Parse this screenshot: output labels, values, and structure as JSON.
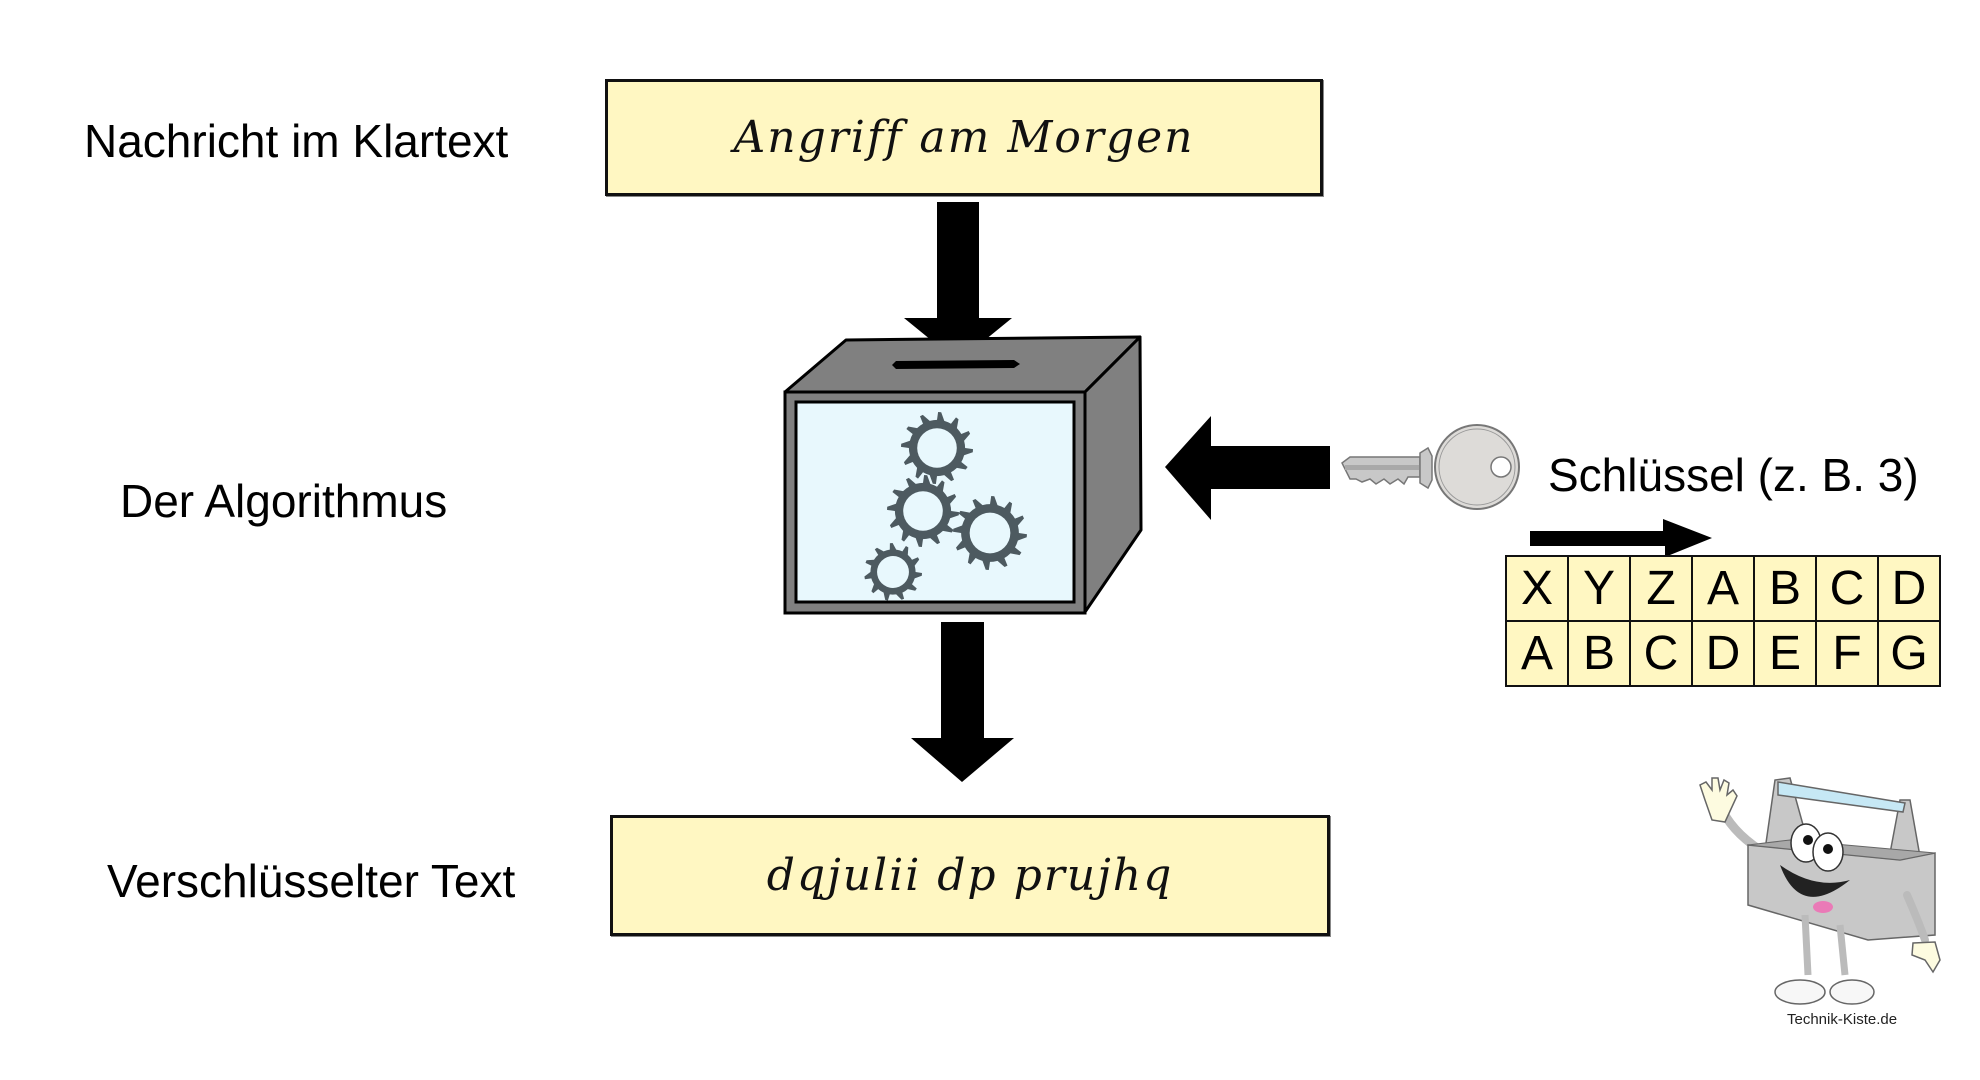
{
  "labels": {
    "plaintext": "Nachricht im Klartext",
    "algorithm": "Der Algorithmus",
    "ciphertext": "Verschlüsselter Text",
    "key": "Schlüssel (z. B. 3)"
  },
  "messages": {
    "plaintext": "Angriff am Morgen",
    "ciphertext": "dqjulii dp prujhq"
  },
  "cipher_table": {
    "top_row": [
      "X",
      "Y",
      "Z",
      "A",
      "B",
      "C",
      "D"
    ],
    "bottom_row": [
      "A",
      "B",
      "C",
      "D",
      "E",
      "F",
      "G"
    ],
    "shift": 3
  },
  "icons": {
    "algorithm": "gear-box-icon",
    "key": "key-icon",
    "mascot": "toolbox-mascot-icon"
  },
  "colors": {
    "message_fill": "#fff7c2",
    "box_gray": "#808080",
    "screen_fill": "#e8f8fd",
    "gear_color": "#4d5a60"
  },
  "credit": "Technik-Kiste.de"
}
